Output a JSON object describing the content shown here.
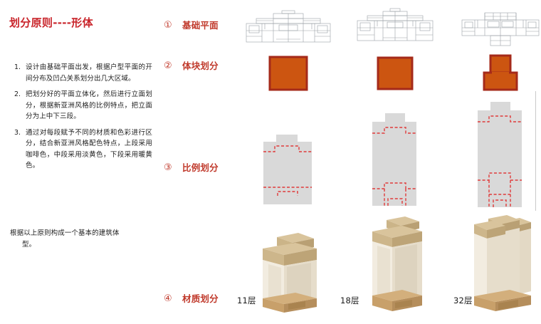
{
  "slide": {
    "title": "划分原则----形体",
    "accent_red": "#c9252b",
    "label_red": "#c0392b",
    "mass_orange": "#cc5511",
    "mass_border": "#a52a1a",
    "massing_gray": "#d9d9d9",
    "dashed_red": "#e03a3a",
    "tone_top": "#c9b184",
    "tone_mid": "#f0eadc",
    "tone_base": "#c8a06a"
  },
  "bullets": [
    {
      "num": "1.",
      "text": "设计由基础平面出发，根据户型平面的开间分布及凹凸关系划分出几大区域。"
    },
    {
      "num": "2.",
      "text": "把划分好的平面立体化，然后进行立面划分，根据新亚洲风格的比例特点，把立面分为上中下三段。"
    },
    {
      "num": "3.",
      "text": "通过对每段赋予不同的材质和色彩进行区分，结合新亚洲风格配色特点，上段采用咖啡色，中段采用淡黄色，下段采用暖黄色。"
    }
  ],
  "closing": {
    "line1": "根据以上原则构成一个基本的建筑体",
    "line2": "型。"
  },
  "steps": [
    {
      "num": "①",
      "label": "基础平面"
    },
    {
      "num": "②",
      "label": "体块划分"
    },
    {
      "num": "③",
      "label": "比例划分"
    },
    {
      "num": "④",
      "label": "材质划分"
    }
  ],
  "columns": [
    {
      "key": "col_11",
      "floor_caption": "11层"
    },
    {
      "key": "col_18",
      "floor_caption": "18层"
    },
    {
      "key": "col_32",
      "floor_caption": "32层"
    }
  ]
}
